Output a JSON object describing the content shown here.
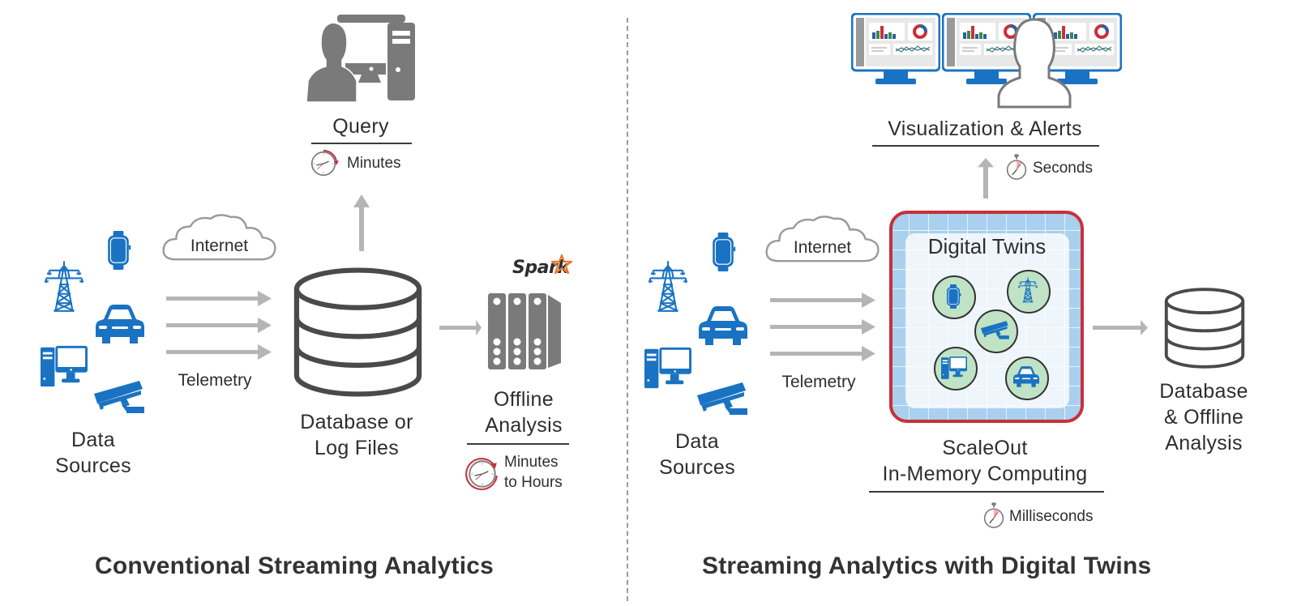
{
  "colors": {
    "icon_blue": "#1a73c2",
    "grey_icon": "#7a7a7a",
    "arrow_grey": "#b5b5b5",
    "twin_border_red": "#c8303a",
    "twin_grid_blue": "#a9d0ee",
    "twin_circle_green": "#bfe3c4",
    "text_dark": "#2e2e2e",
    "spark_orange": "#e8782a"
  },
  "left": {
    "title": "Conventional Streaming Analytics",
    "data_sources": {
      "line1": "Data",
      "line2": "Sources",
      "icons": [
        "power-tower-icon",
        "smartwatch-icon",
        "car-icon",
        "desktop-computer-icon",
        "security-camera-icon"
      ]
    },
    "internet_label": "Internet",
    "telemetry_label": "Telemetry",
    "database": {
      "line1": "Database or",
      "line2": "Log Files"
    },
    "query": {
      "label": "Query",
      "latency": "Minutes"
    },
    "offline": {
      "brand": "Spark",
      "line1": "Offline",
      "line2": "Analysis",
      "latency_line1": "Minutes",
      "latency_line2": "to Hours"
    }
  },
  "right": {
    "title": "Streaming Analytics with Digital Twins",
    "data_sources": {
      "line1": "Data",
      "line2": "Sources"
    },
    "internet_label": "Internet",
    "telemetry_label": "Telemetry",
    "visualization": {
      "label": "Visualization & Alerts",
      "latency": "Seconds"
    },
    "digital_twins": {
      "title": "Digital Twins",
      "twin_icons": [
        "smartwatch-icon",
        "power-tower-icon",
        "security-camera-icon",
        "desktop-computer-icon",
        "car-icon"
      ]
    },
    "compute": {
      "line1": "ScaleOut",
      "line2": "In-Memory Computing",
      "latency": "Milliseconds"
    },
    "database": {
      "line1": "Database",
      "line2": "& Offline",
      "line3": "Analysis"
    }
  }
}
